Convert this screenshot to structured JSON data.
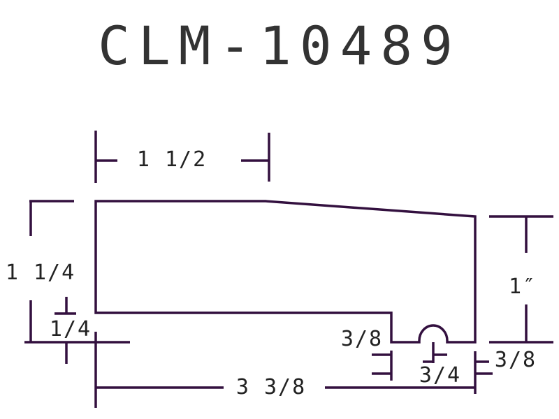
{
  "title": "CLM-10489",
  "line_color": "#33103f",
  "dimensions": {
    "top_width": "1 1/2",
    "left_height": "1 1/4",
    "left_lip": "1/4",
    "right_height": "1″",
    "bottom_width": "3 3/8",
    "notch_height": "3/8",
    "bead_offset": "3/4",
    "right_lip": "3/8"
  }
}
